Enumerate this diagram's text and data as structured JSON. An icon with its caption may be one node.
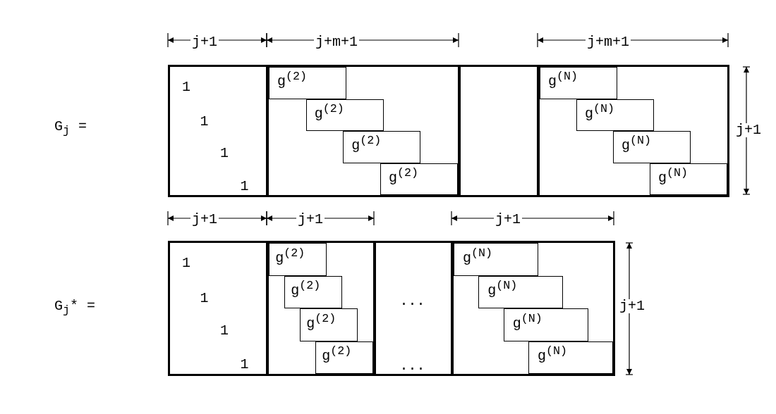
{
  "diagram": {
    "nodes": [
      {
        "text": [
          "1",
          "1",
          "1",
          "1"
        ]
      },
      {
        "text": [],
        "shape": "box"
      },
      {
        "text": [
          "g$^{(2)}$"
        ],
        "in": 1
      },
      {
        "text": [
          "g$^{(2)}$"
        ],
        "in": 1
      },
      {
        "text": [
          "g$^{(2)}$"
        ],
        "in": 1
      },
      {
        "text": [
          "g$^{(2)}$"
        ],
        "in": 1
      },
      {
        "text": [],
        "shape": "box"
      },
      {
        "text": [],
        "shape": "box"
      },
      {
        "text": [
          "g$^{(N)}$"
        ],
        "in": 7
      },
      {
        "text": [
          "g$^{(N)}$"
        ],
        "in": 7
      },
      {
        "text": [
          "g$^{(N)}$"
        ],
        "in": 7
      },
      {
        "text": [
          "g$^{(N)}$"
        ],
        "in": 7
      },
      {
        "text": [
          "1",
          "1",
          "1",
          "1"
        ]
      },
      {
        "text": [],
        "shape": "box"
      },
      {
        "text": [
          "g$^{(2)}$"
        ],
        "in": 13
      },
      {
        "text": [
          "g$^{(2)}$"
        ],
        "in": 13
      },
      {
        "text": [
          "g$^{(2)}$"
        ],
        "in": 13
      },
      {
        "text": [
          "g$^{(2)}$"
        ],
        "in": 13
      },
      {
        "text": [
          "...",
          "..."
        ]
      },
      {
        "text": [],
        "shape": "box"
      },
      {
        "text": [
          "g$^{(N)}$"
        ],
        "in": 19
      },
      {
        "text": [
          "g$^{(N)}$"
        ],
        "in": 19
      },
      {
        "text": [
          "g$^{(N)}$"
        ],
        "in": 19
      },
      {
        "text": [
          "g$^{(N)}$"
        ],
        "in": 19
      }
    ],
    "labels": [
      "j+1",
      "j+m+1",
      "j+m+1",
      "G$_{j}$ =",
      "j+1",
      "j+1",
      "j+1",
      "j+1",
      "G$_{j}$* =",
      "j+1"
    ]
  }
}
